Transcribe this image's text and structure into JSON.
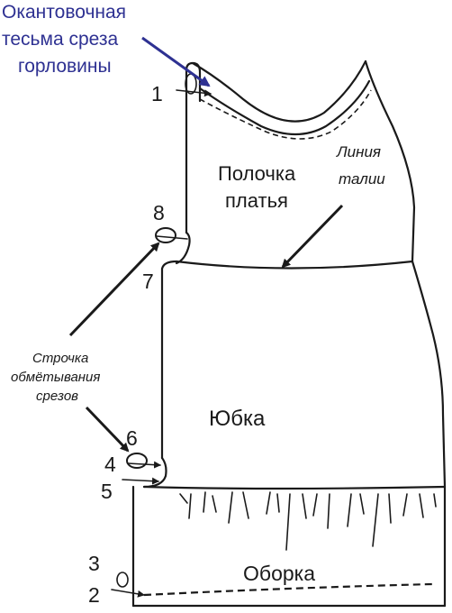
{
  "labels": {
    "binding_tape": [
      "Окантовочная",
      "тесьма среза",
      "горловины"
    ],
    "bodice": [
      "Полочка",
      "платья"
    ],
    "waistline": [
      "Линия",
      "талии"
    ],
    "overlock_stitch": [
      "Строчка",
      "обмётывания",
      "срезов"
    ],
    "skirt": "Юбка",
    "frill": "Оборка"
  },
  "markers": {
    "m1": "1",
    "m2": "2",
    "m3": "3",
    "m4": "4",
    "m5": "5",
    "m6": "6",
    "m7": "7",
    "m8": "8"
  },
  "colors": {
    "line": "#1a1a1a",
    "accent": "#2e3192"
  }
}
